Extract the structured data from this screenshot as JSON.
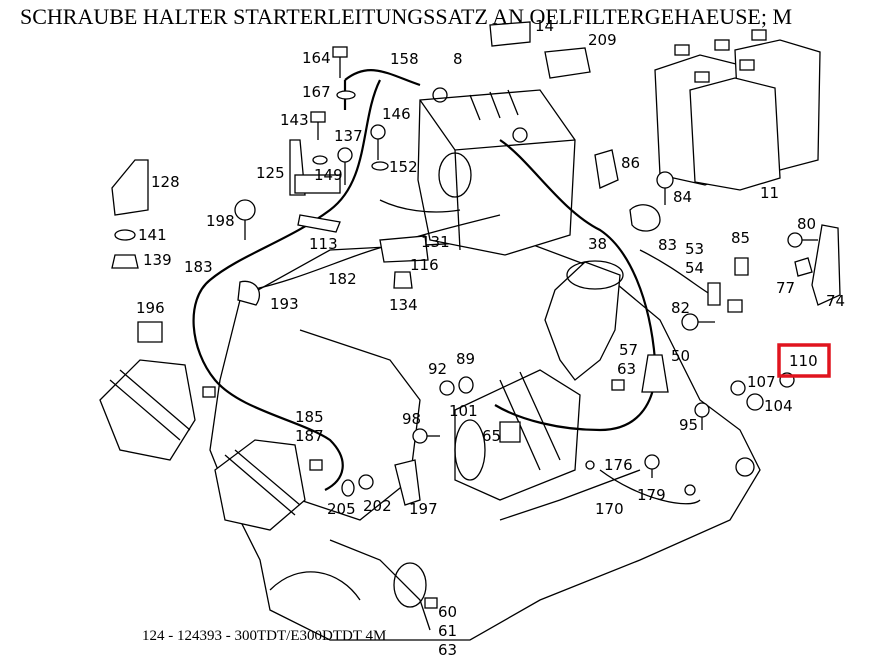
{
  "title": "SCHRAUBE HALTER STARTERLEITUNGSSATZ AN OELFILTERGEHAEUSE; M",
  "footer": "124 - 124393 - 300TDT/E300DTDT 4M",
  "highlight": {
    "label": "110",
    "color": "#e0141e"
  },
  "callouts": [
    "164",
    "158",
    "8",
    "14",
    "209",
    "167",
    "146",
    "143",
    "137",
    "152",
    "125",
    "149",
    "86",
    "128",
    "11",
    "84",
    "198",
    "131",
    "141",
    "113",
    "116",
    "139",
    "183",
    "182",
    "134",
    "38",
    "83",
    "53",
    "54",
    "85",
    "80",
    "77",
    "74",
    "196",
    "193",
    "82",
    "50",
    "57",
    "63",
    "92",
    "89",
    "107",
    "104",
    "98",
    "101",
    "65",
    "95",
    "185",
    "187",
    "176",
    "179",
    "205",
    "202",
    "197",
    "170",
    "60",
    "61",
    "63"
  ]
}
